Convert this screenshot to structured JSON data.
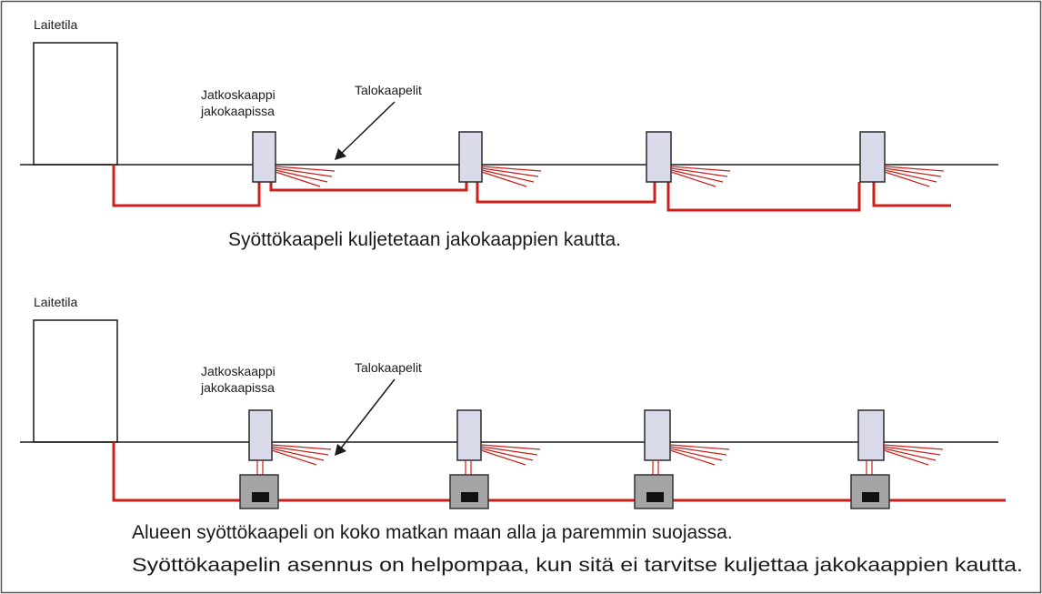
{
  "colors": {
    "cable_red": "#cc1f1a",
    "ground_line": "#1a1a1a",
    "cabinet_fill": "#dadbea",
    "cabinet_stroke": "#2a2a2a",
    "vault_fill": "#a5a5a5",
    "vault_inner": "#111111",
    "border": "#555555"
  },
  "icons": {
    "arrow": "arrow-icon",
    "cable_fan": "cable-fan-icon"
  },
  "diagram_top": {
    "equipment_room_label": "Laitetila",
    "cabinet_label_line1": "Jatkoskaappi",
    "cabinet_label_line2": "jakokaapissa",
    "house_cables_label": "Talokaapelit",
    "caption": "Syöttökaapeli kuljetetaan jakokaappien kautta."
  },
  "diagram_bottom": {
    "equipment_room_label": "Laitetila",
    "cabinet_label_line1": "Jatkoskaappi",
    "cabinet_label_line2": "jakokaapissa",
    "house_cables_label": "Talokaapelit",
    "caption_line1": "Alueen syöttökaapeli on koko matkan maan alla ja paremmin suojassa.",
    "caption_line2": "Syöttökaapelin asennus on helpompaa, kun sitä ei tarvitse kuljettaa jakokaappien kautta."
  }
}
